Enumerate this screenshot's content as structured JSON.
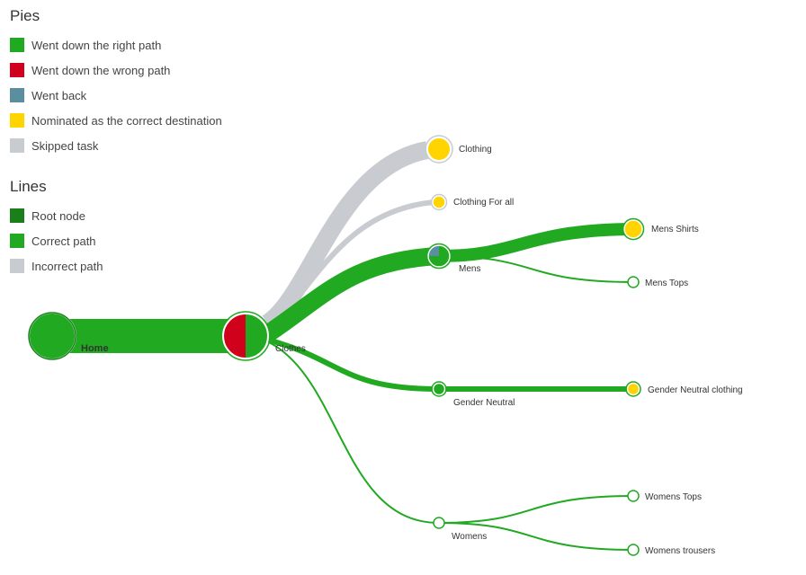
{
  "legend": {
    "pies_title": "Pies",
    "pies": [
      {
        "label": "Went down the right path",
        "color": "#21a921"
      },
      {
        "label": "Went down the wrong path",
        "color": "#d0021b"
      },
      {
        "label": "Went back",
        "color": "#5a8fa0"
      },
      {
        "label": "Nominated as the correct destination",
        "color": "#ffd400"
      },
      {
        "label": "Skipped task",
        "color": "#c8ccd0"
      }
    ],
    "lines_title": "Lines",
    "lines": [
      {
        "label": "Root node",
        "color": "#1a7f1a"
      },
      {
        "label": "Correct path",
        "color": "#21a921"
      },
      {
        "label": "Incorrect path",
        "color": "#c8ccd0"
      }
    ]
  },
  "tree": {
    "nodes": {
      "home": {
        "label": "Home"
      },
      "clothes": {
        "label": "Clothes"
      },
      "clothing": {
        "label": "Clothing"
      },
      "clothing_for_all": {
        "label": "Clothing For all"
      },
      "mens": {
        "label": "Mens"
      },
      "mens_shirts": {
        "label": "Mens Shirts"
      },
      "mens_tops": {
        "label": "Mens Tops"
      },
      "gender_neutral": {
        "label": "Gender Neutral"
      },
      "gender_neutral_clothing": {
        "label": "Gender Neutral clothing"
      },
      "womens": {
        "label": "Womens"
      },
      "womens_tops": {
        "label": "Womens Tops"
      },
      "womens_trousers": {
        "label": "Womens trousers"
      }
    }
  }
}
